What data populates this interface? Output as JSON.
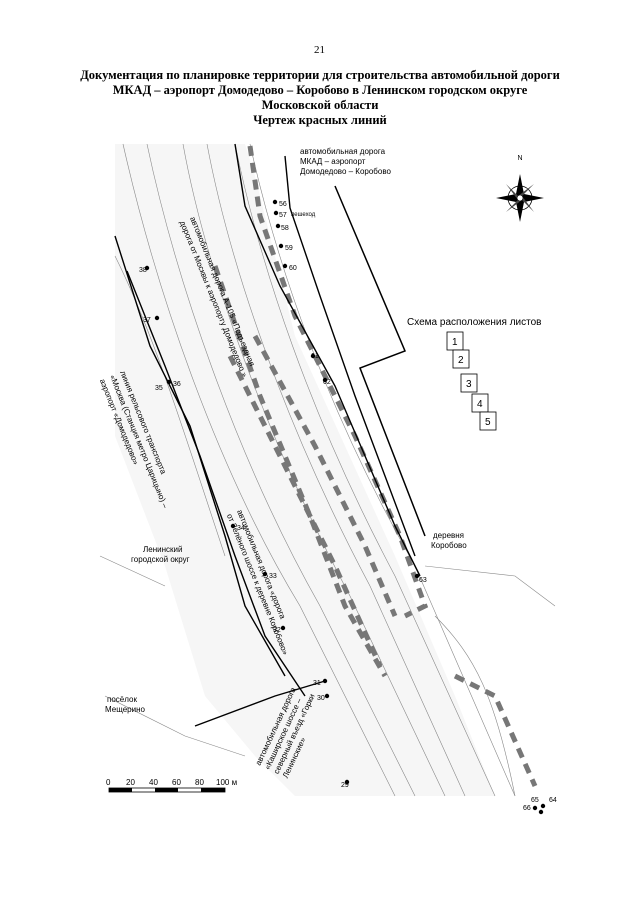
{
  "page_number": "21",
  "title": {
    "line1": "Документация по планировке территории для строительства автомобильной дороги",
    "line2": "МКАД – аэропорт Домодедово – Коробово в Ленинском городском округе",
    "line3": "Московской области",
    "line4": "Чертеж красных линий"
  },
  "labels": {
    "road_top_1": "автомобильная дорога",
    "road_top_2": "МКАД – аэропорт",
    "road_top_3": "Домодедово – Коробово",
    "peshehod": "пешеход",
    "scheme_title": "Схема расположения листов",
    "village_1": "деревня",
    "village_2": "Коробово",
    "district_1": "Ленинский",
    "district_2": "городской округ",
    "settlement_1": "посёлок",
    "settlement_2": "Мещерино",
    "compass_n": "N"
  },
  "sheet_boxes": [
    "1",
    "2",
    "3",
    "4",
    "5"
  ],
  "rotated_labels": {
    "a105_1": "автомобильная дорога А-105 «Подъездная",
    "a105_2": "дорога от Москвы к аэропорту Домодедово »",
    "rail_1": "линия рельсового транспорта",
    "rail_2": "«Москва (Станция метро Царицыно) –",
    "rail_3": "аэропорт «Домодедово»",
    "korobovo_1": "автомобильная дорога «дорога",
    "korobovo_2": "от Зелёного шоссе к деревне Коробово»",
    "kashira_1": "автомобильная дорога",
    "kashira_2": "«Каширское шоссе –",
    "kashira_3": "северный въезд «Горки",
    "kashira_4": "Ленинские»"
  },
  "points": {
    "p56": "56",
    "p57": "57",
    "p58": "58",
    "p59": "59",
    "p60": "60",
    "p61": "61",
    "p62": "62",
    "p63": "63",
    "p38": "38",
    "p37": "37",
    "p36": "36",
    "p35": "35",
    "p34": "34",
    "p33": "33",
    "p32": "32",
    "p31": "31",
    "p30": "30",
    "p29": "29",
    "p64": "64",
    "p65": "65",
    "p66": "66"
  },
  "scale": {
    "t0": "0",
    "t20": "20",
    "t40": "40",
    "t60": "60",
    "t80": "80",
    "t100": "100 м"
  }
}
